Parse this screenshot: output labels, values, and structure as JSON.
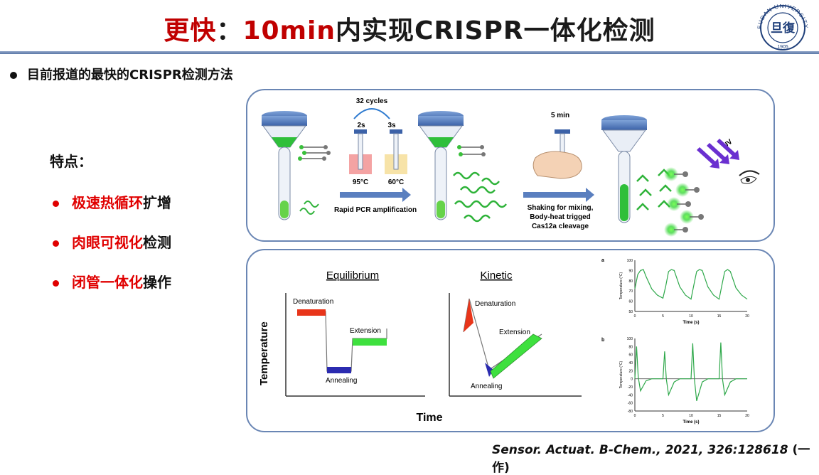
{
  "header": {
    "title_red_1": "更快",
    "title_colon": "：",
    "title_red_2": "10min",
    "title_black": "内实现CRISPR一体化检测",
    "logo_text": "FUDAN UNIVERSITY",
    "logo_year": "1905",
    "logo_glyph": "旦復"
  },
  "main": {
    "bullet": "目前报道的最快的CRISPR检测方法",
    "features_heading": "特点：",
    "features": [
      {
        "highlight": "极速热循环",
        "rest": "扩增"
      },
      {
        "highlight": "肉眼可视化",
        "rest": "检测"
      },
      {
        "highlight": "闭管一体化",
        "rest": "操作"
      }
    ]
  },
  "workflow": {
    "cycles": "32 cycles",
    "time_left": "2s",
    "time_right": "3s",
    "temp_left": "95°C",
    "temp_right": "60°C",
    "step1_label": "Rapid PCR amplification",
    "step2_time": "5 min",
    "step2_label_1": "Shaking for mixing,",
    "step2_label_2": "Body-heat trigged",
    "step2_label_3": "Cas12a cleavage",
    "uv_label": "UV"
  },
  "thermal": {
    "equilibrium_title": "Equilibrium",
    "kinetic_title": "Kinetic",
    "y_axis": "Temperature",
    "x_axis": "Time",
    "eq_denaturation": "Denaturation",
    "eq_annealing": "Annealing",
    "eq_extension": "Extension",
    "ki_denaturation": "Denaturation",
    "ki_extension": "Extension",
    "ki_annealing": "Annealing",
    "colors": {
      "denaturation": "#e8351a",
      "annealing": "#2b2bb0",
      "extension": "#3ee03e"
    }
  },
  "chart_data": [
    {
      "type": "line",
      "panel_label": "a",
      "xlabel": "Time (s)",
      "ylabel": "Temperature (°C)",
      "xlim": [
        0,
        20
      ],
      "ylim": [
        50,
        100
      ],
      "xticks": [
        "0",
        "5",
        "10",
        "15",
        "20"
      ],
      "yticks": [
        "50",
        "60",
        "70",
        "80",
        "90",
        "100"
      ],
      "series": [
        {
          "x": [
            0,
            0.5,
            1,
            1.5,
            2,
            3,
            4,
            5,
            5.5,
            6,
            6.5,
            7,
            8,
            9,
            10,
            10.5,
            11,
            11.5,
            12,
            13,
            14,
            15,
            15.5,
            16,
            16.5,
            17,
            18,
            19,
            20
          ],
          "values": [
            72,
            86,
            90,
            91,
            84,
            72,
            66,
            63,
            75,
            89,
            91,
            90,
            74,
            66,
            62,
            76,
            89,
            91,
            90,
            74,
            66,
            62,
            76,
            89,
            91,
            89,
            73,
            66,
            62
          ]
        }
      ]
    },
    {
      "type": "line",
      "panel_label": "b",
      "xlabel": "Time (s)",
      "ylabel": "Temperature (°C)",
      "xlim": [
        0,
        20
      ],
      "ylim": [
        -80,
        100
      ],
      "xticks": [
        "0",
        "5",
        "10",
        "15",
        "20"
      ],
      "yticks": [
        "100",
        "80",
        "60",
        "40",
        "20",
        "0",
        "-20",
        "-40",
        "-60",
        "-80"
      ],
      "series": [
        {
          "x": [
            0,
            0.3,
            0.6,
            1,
            2,
            3,
            4,
            5,
            5.3,
            5.6,
            6,
            7,
            8,
            9,
            10,
            10.3,
            10.6,
            11,
            12,
            13,
            14,
            15,
            15.3,
            15.6,
            16,
            17,
            18,
            19,
            20
          ],
          "values": [
            0,
            80,
            5,
            -30,
            -5,
            0,
            0,
            0,
            68,
            0,
            -40,
            -8,
            0,
            0,
            0,
            88,
            0,
            -55,
            -8,
            0,
            0,
            0,
            90,
            0,
            -40,
            -8,
            0,
            0,
            0
          ]
        }
      ]
    }
  ],
  "citation": {
    "ref": "Sensor. Actuat. B-Chem., 2021, 326:128618",
    "note": " (一作)"
  }
}
